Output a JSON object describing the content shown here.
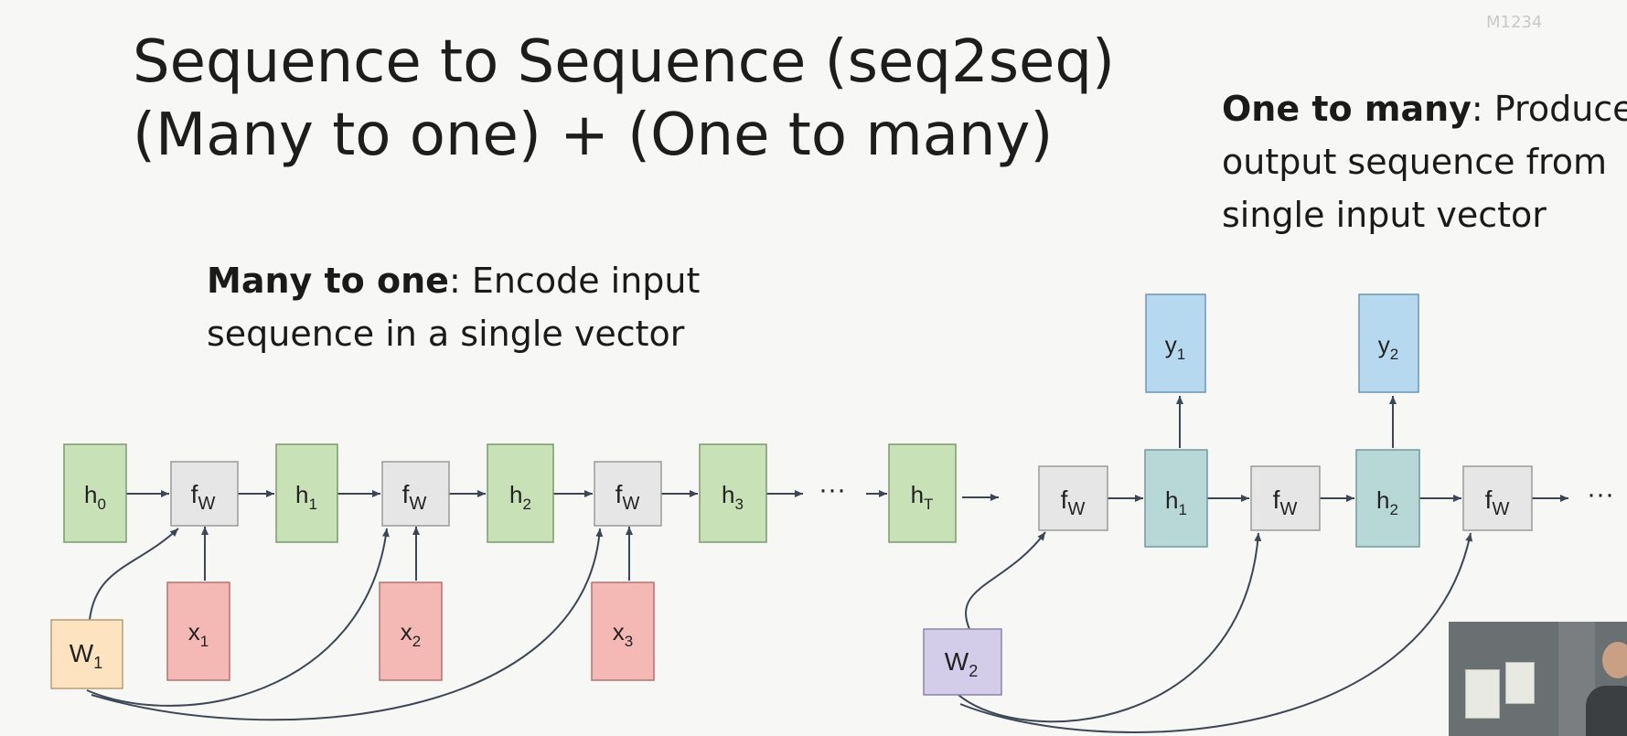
{
  "slide": {
    "title_line1": "Sequence to Sequence (seq2seq)",
    "title_line2": "(Many to one) + (One to many)",
    "many_to_one": {
      "bold": "Many to one",
      "rest": ": Encode input",
      "line2": "sequence in a single vector"
    },
    "one_to_many": {
      "bold": "One to many",
      "rest": ": Produce",
      "line2": "output sequence from",
      "line3": "single input vector"
    },
    "watermark": "M1234"
  },
  "colors": {
    "hidden_green": "#c9e1b7",
    "fw_gray": "#e6e6e6",
    "input_red": "#f4b9b5",
    "w1_orange": "#fde3c0",
    "w2_purple": "#d4cdea",
    "output_blue": "#b7d9f0",
    "decoder_hidden": "#b8d8d8"
  },
  "encoder": {
    "hidden": [
      {
        "base": "h",
        "sub": "0"
      },
      {
        "base": "h",
        "sub": "1"
      },
      {
        "base": "h",
        "sub": "2"
      },
      {
        "base": "h",
        "sub": "3"
      }
    ],
    "fw": {
      "base": "f",
      "sub": "W"
    },
    "inputs": [
      {
        "base": "x",
        "sub": "1"
      },
      {
        "base": "x",
        "sub": "2"
      },
      {
        "base": "x",
        "sub": "3"
      }
    ],
    "weight": {
      "base": "W",
      "sub": "1"
    },
    "ellipsis": "···",
    "final": {
      "base": "h",
      "sub": "T"
    }
  },
  "decoder": {
    "fw": {
      "base": "f",
      "sub": "W"
    },
    "hidden": [
      {
        "base": "h",
        "sub": "1"
      },
      {
        "base": "h",
        "sub": "2"
      }
    ],
    "outputs": [
      {
        "base": "y",
        "sub": "1"
      },
      {
        "base": "y",
        "sub": "2"
      }
    ],
    "weight": {
      "base": "W",
      "sub": "2"
    },
    "ellipsis": "···"
  }
}
